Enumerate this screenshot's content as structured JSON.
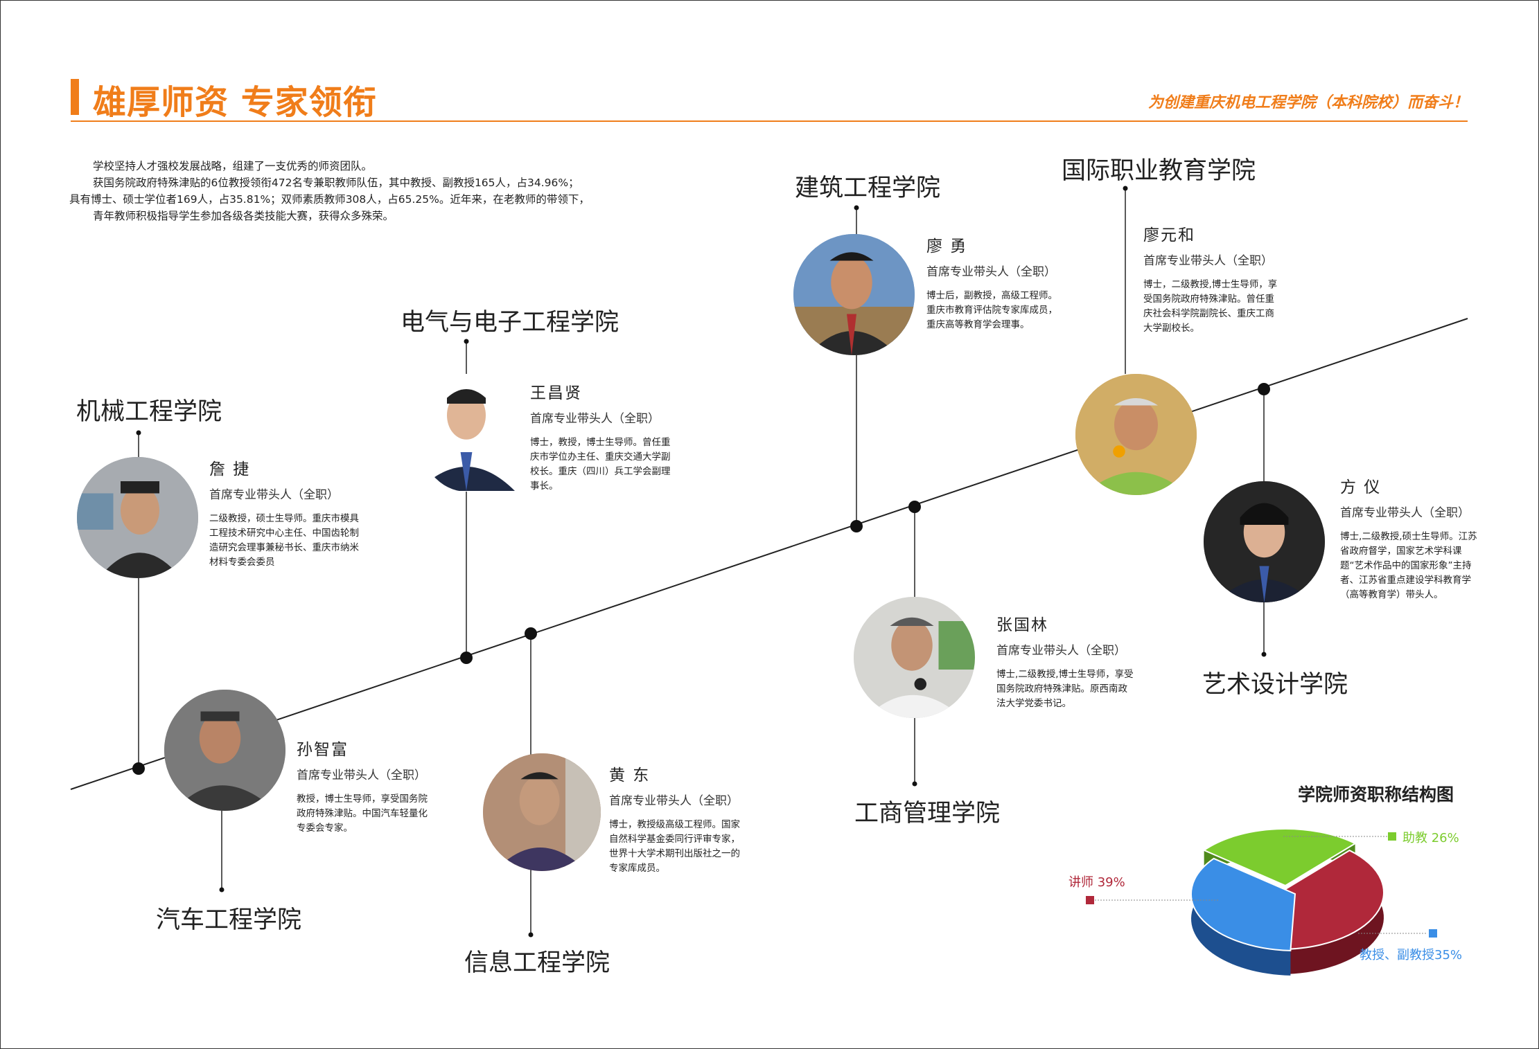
{
  "header": {
    "title": "雄厚师资 专家领衔",
    "slogan": "为创建重庆机电工程学院（本科院校）而奋斗！"
  },
  "intro": {
    "line1": "学校坚持人才强校发展战略，组建了一支优秀的师资团队。",
    "line2": "获国务院政府特殊津贴的6位教授领衔472名专兼职教师队伍，其中教授、副教授165人，占34.96%；",
    "line3": "具有博士、硕士学位者169人，占35.81%；双师素质教师308人，占65.25%。近年来，在老教师的带领下，",
    "line4": "青年教师积极指导学生参加各级各类技能大赛，获得众多殊荣。"
  },
  "colleges": {
    "c1": "机械工程学院",
    "c2": "汽车工程学院",
    "c3": "电气与电子工程学院",
    "c4": "信息工程学院",
    "c5": "建筑工程学院",
    "c6": "工商管理学院",
    "c7": "国际职业教育学院",
    "c8": "艺术设计学院"
  },
  "people": {
    "p1": {
      "name": "詹 捷",
      "role": "首席专业带头人（全职）",
      "desc": "二级教授，硕士生导师。重庆市模具工程技术研究中心主任、中国齿轮制造研究会理事兼秘书长、重庆市纳米材料专委会委员"
    },
    "p2": {
      "name": "孙智富",
      "role": "首席专业带头人（全职）",
      "desc": "教授，博士生导师，享受国务院政府特殊津贴。中国汽车轻量化专委会专家。"
    },
    "p3": {
      "name": "王昌贤",
      "role": "首席专业带头人（全职）",
      "desc": "博士，教授，博士生导师。曾任重庆市学位办主任、重庆交通大学副校长。重庆（四川）兵工学会副理事长。"
    },
    "p4": {
      "name": "黄 东",
      "role": "首席专业带头人（全职）",
      "desc": "博士，教授级高级工程师。国家自然科学基金委同行评审专家，世界十大学术期刊出版社之一的专家库成员。"
    },
    "p5": {
      "name": "廖 勇",
      "role": "首席专业带头人（全职）",
      "desc": "博士后，副教授，高级工程师。重庆市教育评估院专家库成员，重庆高等教育学会理事。"
    },
    "p6": {
      "name": "张国林",
      "role": "首席专业带头人（全职）",
      "desc": "博士,二级教授,博士生导师，享受国务院政府特殊津贴。原西南政法大学党委书记。"
    },
    "p7": {
      "name": "廖元和",
      "role": "首席专业带头人（全职）",
      "desc": "博士，二级教授,博士生导师，享受国务院政府特殊津贴。曾任重庆社会科学院副院长、重庆工商大学副校长。"
    },
    "p8": {
      "name": "方 仪",
      "role": "首席专业带头人（全职）",
      "desc": "博士,二级教授,硕士生导师。江苏省政府督学，国家艺术学科课题“艺术作品中的国家形象”主持者、江苏省重点建设学科教育学（高等教育学）带头人。"
    }
  },
  "colors": {
    "accent": "#f07d1a",
    "lecturer": "#b0283a",
    "assistant": "#7ccc2e",
    "professor": "#3a8ee6"
  },
  "chart_data": {
    "type": "pie",
    "title": "学院师资职称结构图",
    "categories": [
      "助教",
      "讲师",
      "教授、副教授"
    ],
    "values": [
      26,
      39,
      35
    ],
    "labels": [
      "助教 26%",
      "讲师 39%",
      "教授、副教授35%"
    ]
  }
}
